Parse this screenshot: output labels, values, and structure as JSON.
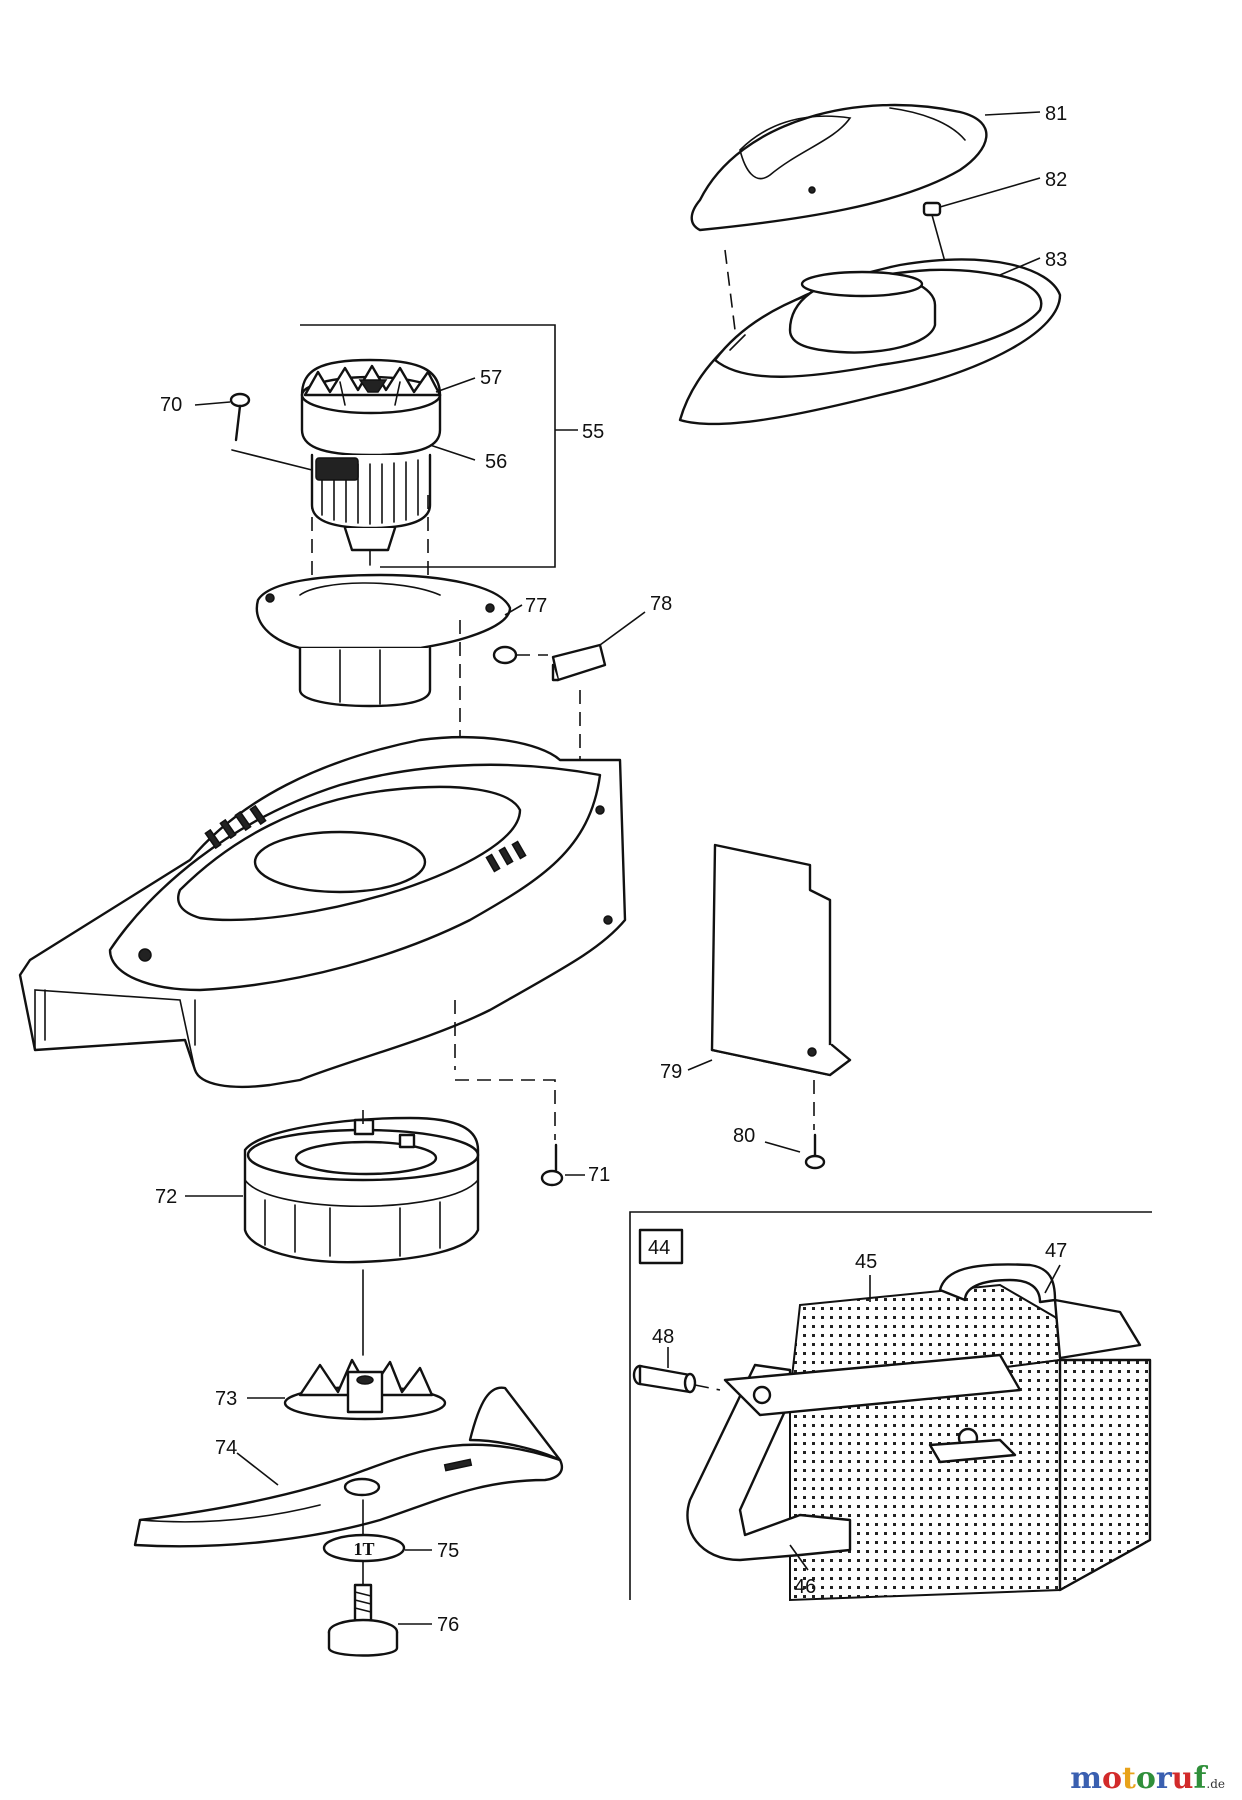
{
  "callouts": {
    "c81": "81",
    "c82": "82",
    "c83": "83",
    "c55": "55",
    "c56": "56",
    "c57": "57",
    "c70": "70",
    "c77": "77",
    "c78": "78",
    "c79": "79",
    "c80": "80",
    "c71": "71",
    "c72": "72",
    "c73": "73",
    "c74": "74",
    "c75": "75",
    "c76": "76",
    "c44": "44",
    "c45": "45",
    "c46": "46",
    "c47": "47",
    "c48": "48"
  },
  "washer_mark": "1T",
  "watermark": {
    "letters": [
      "m",
      "o",
      "t",
      "o",
      "r",
      "u",
      "f"
    ],
    "colors": [
      "#3a5fb0",
      "#d22a2a",
      "#e8a21a",
      "#2f8f3a",
      "#3a5fb0",
      "#d22a2a",
      "#2f8f3a"
    ],
    "tld": ".de"
  }
}
